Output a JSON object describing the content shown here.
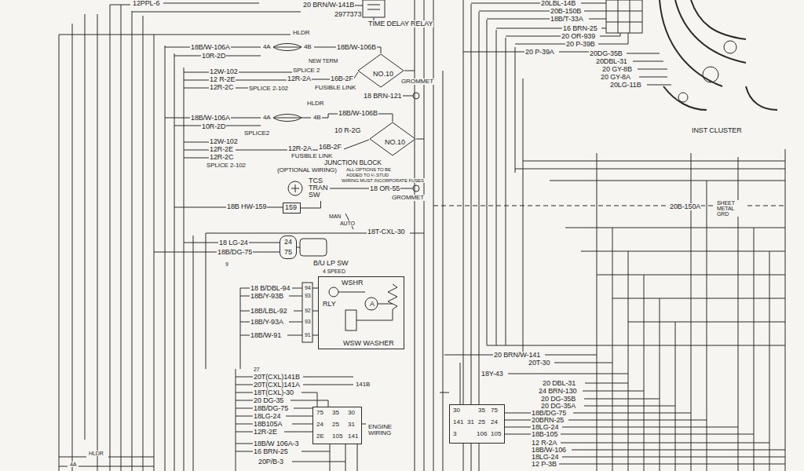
{
  "diagram": {
    "nodes": [
      {
        "text": [
          "NO.10"
        ]
      },
      {
        "text": [
          "NO.10"
        ]
      },
      {
        "text": [
          "159"
        ]
      },
      {
        "text": [
          "TCS TRAN SW"
        ]
      },
      {
        "text": [
          "24",
          "75"
        ]
      },
      {
        "text": [
          "WSHR",
          "RLY",
          "A",
          "WSW WASHER"
        ]
      },
      {
        "text": [
          "75",
          "35",
          "30",
          "24",
          "25",
          "31",
          "2E",
          "105",
          "141"
        ]
      },
      {
        "text": [
          "30",
          "35",
          "75",
          "141",
          "31",
          "25",
          "24",
          "3",
          "106",
          "105"
        ]
      }
    ],
    "edges": [
      {
        "from": 2,
        "to": 3,
        "arrow": "none"
      }
    ],
    "labels": [
      "12PPL-6",
      "20 BRN/W-141B",
      "2977373",
      "TIME DELAY RELAY",
      "HLDR",
      "18B/W-106A",
      "10R-2D",
      "4A",
      "4B",
      "18B/W-106B",
      "NEW TERM",
      "12W-102",
      "12 R-2E",
      "12R-2C",
      "SPLICE 2",
      "12R-2A",
      "16B-2F",
      "SPLICE 2-102",
      "FUSIBLE LINK",
      "GROMMET",
      "18 BRN-121",
      "HLDR",
      "18B/W-106A",
      "10R-2D",
      "4A",
      "4B",
      "18B/W-106B",
      "10 R-2G",
      "SPLICE2",
      "12W-102",
      "12R-2E",
      "12R-2A",
      "16B-2F",
      "FUSIBLE LINK",
      "12R-2C",
      "SPLICE 2-102",
      "JUNCTION BLOCK",
      "(OPTIONAL WIRING)",
      "ALL OPTIONS TO BE",
      "ADDED TO ¼ STUD",
      "WIRING MUST INCORPORATE FUSES",
      "18 OR-55",
      "GROMMET",
      "18B HW-159",
      "MAN",
      "AUTO",
      "18T-CXL-30",
      "18 LG-24",
      "18B/DG-75",
      "B/U LP SW",
      "4 SPEED",
      "9",
      "18 B/DBL-94",
      "18B/Y-93B",
      "18B/LBL-92",
      "18B/Y-93A",
      "18B/W-91",
      "94",
      "93",
      "92",
      "93",
      "91",
      "27",
      "20T(CXL)141B",
      "20T(CXL)141A",
      "141B",
      "18T(CXL)-30",
      "20 DG-35",
      "18B/DG-75",
      "18LG-24",
      "18B105A",
      "12R-2E",
      "ENGINE WIRING",
      "18B/W 106A-3",
      "16 BRN-25",
      "20P/B-3",
      "HLDR",
      "4A",
      "20LBL-14B",
      "20B-150B",
      "18B/T-33A",
      "16 BRN-25",
      "20 OR-939",
      "20 P-39B",
      "20 P-39A",
      "20DG-35B",
      "20DBL-31",
      "20 GY-8B",
      "20 GY-8A",
      "20LG-11B",
      "INST CLUSTER",
      "20B-150A",
      "SHEET METAL GRD",
      "20 BRN/W-141",
      "20T-30",
      "18Y-43",
      "20 DBL-31",
      "24 BRN-130",
      "20 DG-35B",
      "20 DG-35A",
      "18B/DG-75",
      "20BRN-25",
      "18LG-24",
      "18B-105",
      "12 R-2A",
      "18B/W-106",
      "18LG-24",
      "12 P-3B"
    ]
  }
}
